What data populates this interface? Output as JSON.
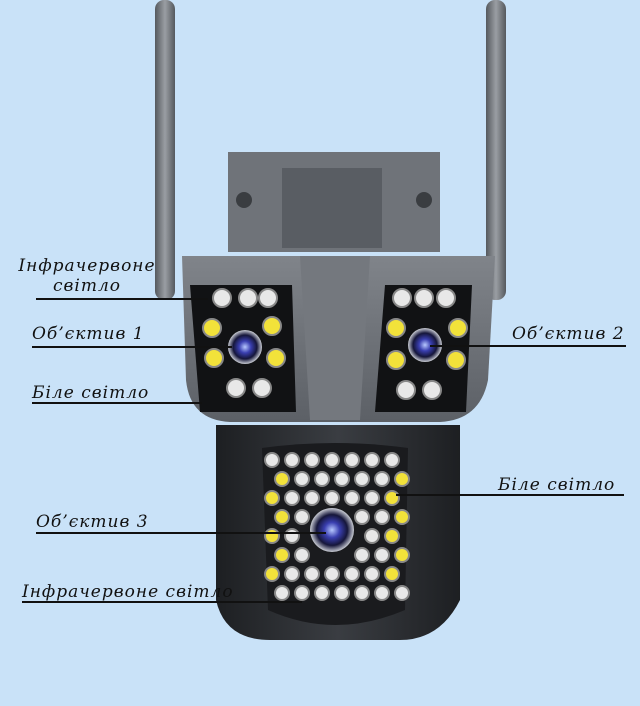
{
  "labels": {
    "ir_light_top_line1": "Інфрачервоне",
    "ir_light_top_line2": "світло",
    "lens1": "Об’єктив 1",
    "white_light_left": "Біле світло",
    "lens2": "Об’єктив 2",
    "white_light_right": "Біле світло",
    "lens3": "Об’єктив 3",
    "ir_light_bottom": "Інфрачервоне світло"
  },
  "colors": {
    "background": "#c9e2f8",
    "body": "#6e7278",
    "dome": "#2b2d31",
    "ir_led": "#e8e8e8",
    "white_led": "#f2e23a"
  }
}
